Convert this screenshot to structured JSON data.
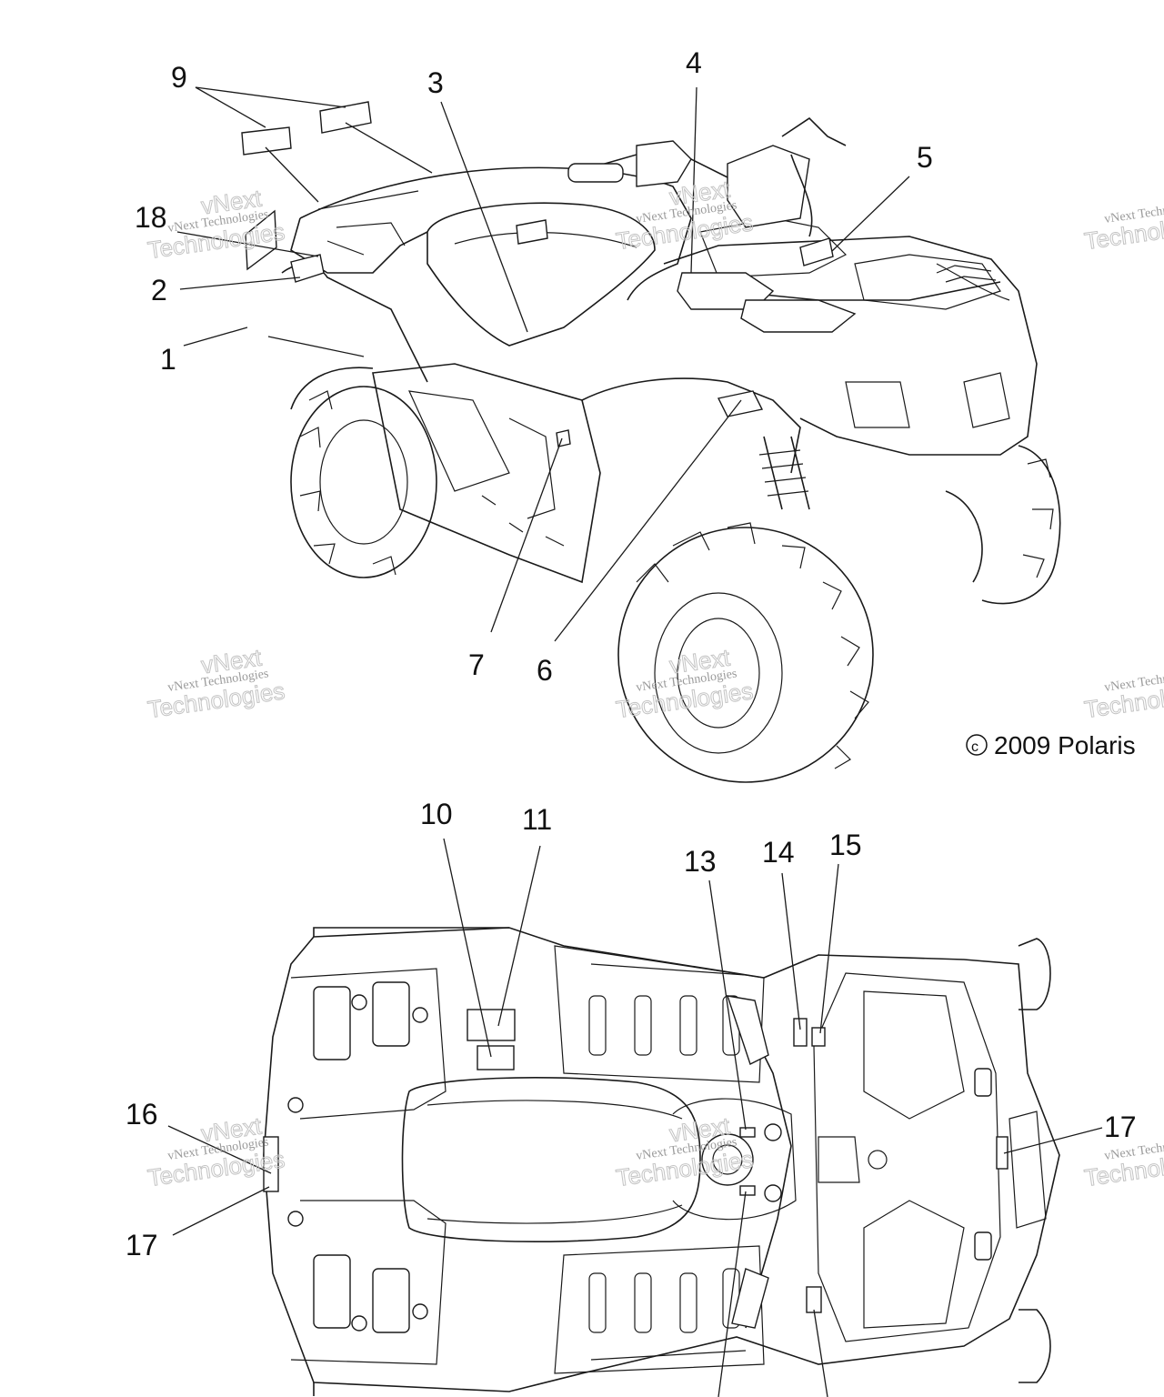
{
  "diagram": {
    "copyright": "2009 Polaris",
    "copyright_symbol": "©",
    "watermark_line1": "vNext Technologies",
    "watermark_line2": "Technologies",
    "watermark_stamp": "vNext",
    "callouts": [
      "1",
      "2",
      "3",
      "4",
      "5",
      "6",
      "7",
      "9",
      "18",
      "10",
      "11",
      "13",
      "14",
      "15",
      "16",
      "17",
      "17"
    ]
  }
}
